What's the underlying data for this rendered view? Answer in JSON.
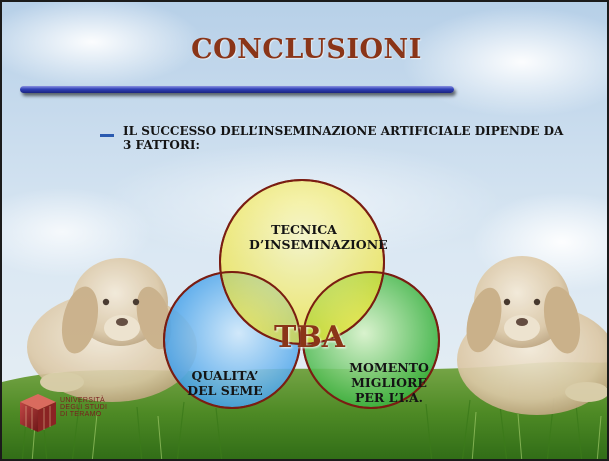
{
  "slide": {
    "title": "CONCLUSIONI",
    "bullet": {
      "line1": "IL SUCCESSO DELL’INSEMINAZIONE ARTIFICIALE DIPENDE DA",
      "line2": "3 FATTORI:"
    },
    "venn": {
      "top": {
        "line1": "TECNICA",
        "line2": "D’INSEMINAZIONE",
        "color": "#f2e21a"
      },
      "left": {
        "line1": "QUALITA’",
        "line2": "DEL SEME",
        "color": "#3a9be8"
      },
      "right": {
        "line1": "MOMENTO",
        "line2": "MIGLIORE",
        "line3": "PER L’I.A.",
        "color": "#2fae35"
      },
      "center": "TBA"
    },
    "logo": {
      "line1": "UNIVERSITÀ",
      "line2": "DEGLI STUDI",
      "line3": "DI TERAMO"
    }
  },
  "colors": {
    "title": "#8a3518",
    "rule": "#2b3aa8",
    "sky": "#c9dcee",
    "grass": "#4d8a22"
  }
}
